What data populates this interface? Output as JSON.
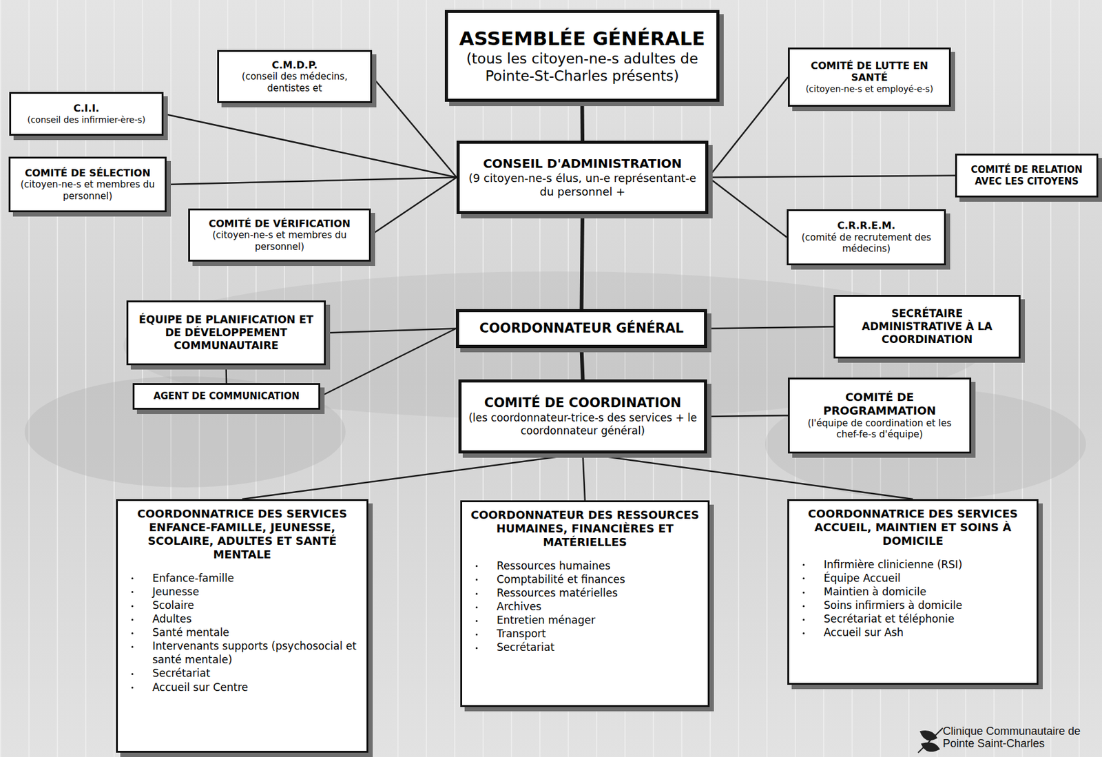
{
  "diagram": {
    "nodes": [
      {
        "text": [
          "ASSEMBLÉE GÉNÉRALE",
          "(tous les citoyen-ne-s adultes de Pointe-St-Charles présents)"
        ]
      },
      {
        "text": [
          "C.M.D.P.",
          "(conseil des médecins, dentistes et"
        ]
      },
      {
        "text": [
          "C.I.I.",
          "(conseil des infirmier-ère-s)"
        ]
      },
      {
        "text": [
          "COMITÉ DE LUTTE EN SANTÉ",
          "(citoyen-ne-s et employé-e-s)"
        ]
      },
      {
        "text": [
          "COMITÉ DE SÉLECTION",
          "(citoyen-ne-s et membres du personnel)"
        ]
      },
      {
        "text": [
          "CONSEIL D'ADMINISTRATION",
          "(9 citoyen-ne-s élus, un-e représentant-e du personnel +"
        ]
      },
      {
        "text": [
          "COMITÉ DE RELATION AVEC LES CITOYENS"
        ]
      },
      {
        "text": [
          "COMITÉ DE VÉRIFICATION",
          "(citoyen-ne-s et membres du personnel)"
        ]
      },
      {
        "text": [
          "C.R.R.E.M.",
          "(comité de recrutement des médecins)"
        ]
      },
      {
        "text": [
          "ÉQUIPE DE PLANIFICATION ET DE DÉVELOPPEMENT COMMUNAUTAIRE"
        ]
      },
      {
        "text": [
          "COORDONNATEUR GÉNÉRAL"
        ]
      },
      {
        "text": [
          "SECRÉTAIRE ADMINISTRATIVE À LA COORDINATION"
        ]
      },
      {
        "text": [
          "AGENT DE COMMUNICATION"
        ]
      },
      {
        "text": [
          "COMITÉ DE COORDINATION",
          "(les coordonnateur-trice-s des services + le coordonnateur général)"
        ]
      },
      {
        "text": [
          "COMITÉ DE PROGRAMMATION",
          "(l'équipe de coordination et les chef-fe-s d'équipe)"
        ]
      },
      {
        "text": [
          "COORDONNATRICE DES SERVICES ENFANCE-FAMILLE, JEUNESSE, SCOLAIRE, ADULTES ET SANTÉ MENTALE",
          "Enfance-famille",
          "Jeunesse",
          "Scolaire",
          "Adultes",
          "Santé mentale",
          "Intervenants supports (psychosocial et santé mentale)",
          "Secrétariat",
          "Accueil sur Centre"
        ]
      },
      {
        "text": [
          "COORDONNATEUR DES RESSOURCES HUMAINES, FINANCIÈRES ET MATÉRIELLES",
          "Ressources humaines",
          "Comptabilité et finances",
          "Ressources matérielles",
          "Archives",
          "Entretien ménager",
          "Transport",
          "Secrétariat"
        ]
      },
      {
        "text": [
          "COORDONNATRICE DES SERVICES ACCUEIL, MAINTIEN ET SOINS À DOMICILE",
          "Infirmière clinicienne (RSI)",
          "Équipe Accueil",
          "Maintien à domicile",
          "Soins infirmiers à domicile",
          "Secrétariat et téléphonie",
          "Accueil sur Ash"
        ]
      }
    ],
    "edges": [
      {
        "from": 0,
        "to": 5,
        "arrow": "none"
      },
      {
        "from": 5,
        "to": 1,
        "arrow": "none"
      },
      {
        "from": 5,
        "to": 2,
        "arrow": "none"
      },
      {
        "from": 5,
        "to": 4,
        "arrow": "none"
      },
      {
        "from": 5,
        "to": 7,
        "arrow": "none"
      },
      {
        "from": 5,
        "to": 3,
        "arrow": "none"
      },
      {
        "from": 5,
        "to": 6,
        "arrow": "none"
      },
      {
        "from": 5,
        "to": 8,
        "arrow": "none"
      },
      {
        "from": 5,
        "to": 10,
        "arrow": "none"
      },
      {
        "from": 10,
        "to": 9,
        "arrow": "none"
      },
      {
        "from": 10,
        "to": 12,
        "arrow": "none"
      },
      {
        "from": 10,
        "to": 11,
        "arrow": "none"
      },
      {
        "from": 9,
        "to": 12,
        "arrow": "none"
      },
      {
        "from": 10,
        "to": 13,
        "arrow": "none"
      },
      {
        "from": 13,
        "to": 14,
        "arrow": "none"
      },
      {
        "from": 13,
        "to": 15,
        "arrow": "none"
      },
      {
        "from": 13,
        "to": 16,
        "arrow": "none"
      },
      {
        "from": 13,
        "to": 17,
        "arrow": "none"
      }
    ],
    "labels": [
      "Clinique Communautaire de Pointe Saint-Charles"
    ]
  }
}
